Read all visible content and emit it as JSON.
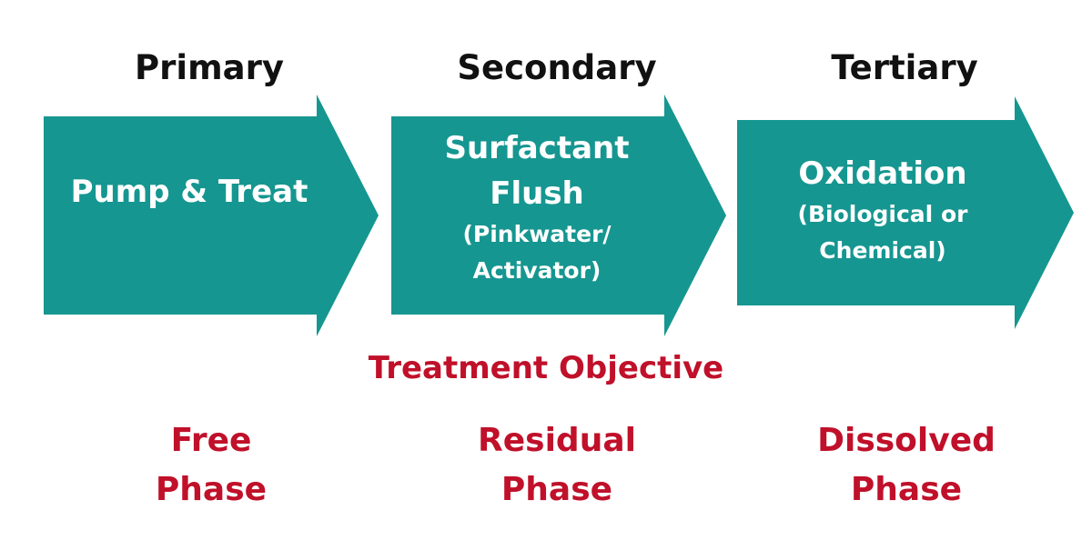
{
  "stages": [
    {
      "title": "Primary",
      "lines": [
        "Pump & Treat"
      ],
      "sub_lines": [],
      "phase_lines": [
        "Free",
        "Phase"
      ]
    },
    {
      "title": "Secondary",
      "lines": [
        "Surfactant",
        "Flush"
      ],
      "sub_lines": [
        "(Pinkwater/",
        "Activator)"
      ],
      "phase_lines": [
        "Residual",
        "Phase"
      ]
    },
    {
      "title": "Tertiary",
      "lines": [
        "Oxidation"
      ],
      "sub_lines": [
        "(Biological or",
        "Chemical)"
      ],
      "phase_lines": [
        "Dissolved",
        "Phase"
      ]
    }
  ],
  "objective_label": "Treatment Objective",
  "colors": {
    "arrow_fill": "#169690",
    "phase_text": "#c0102a",
    "title_text": "#111111"
  }
}
